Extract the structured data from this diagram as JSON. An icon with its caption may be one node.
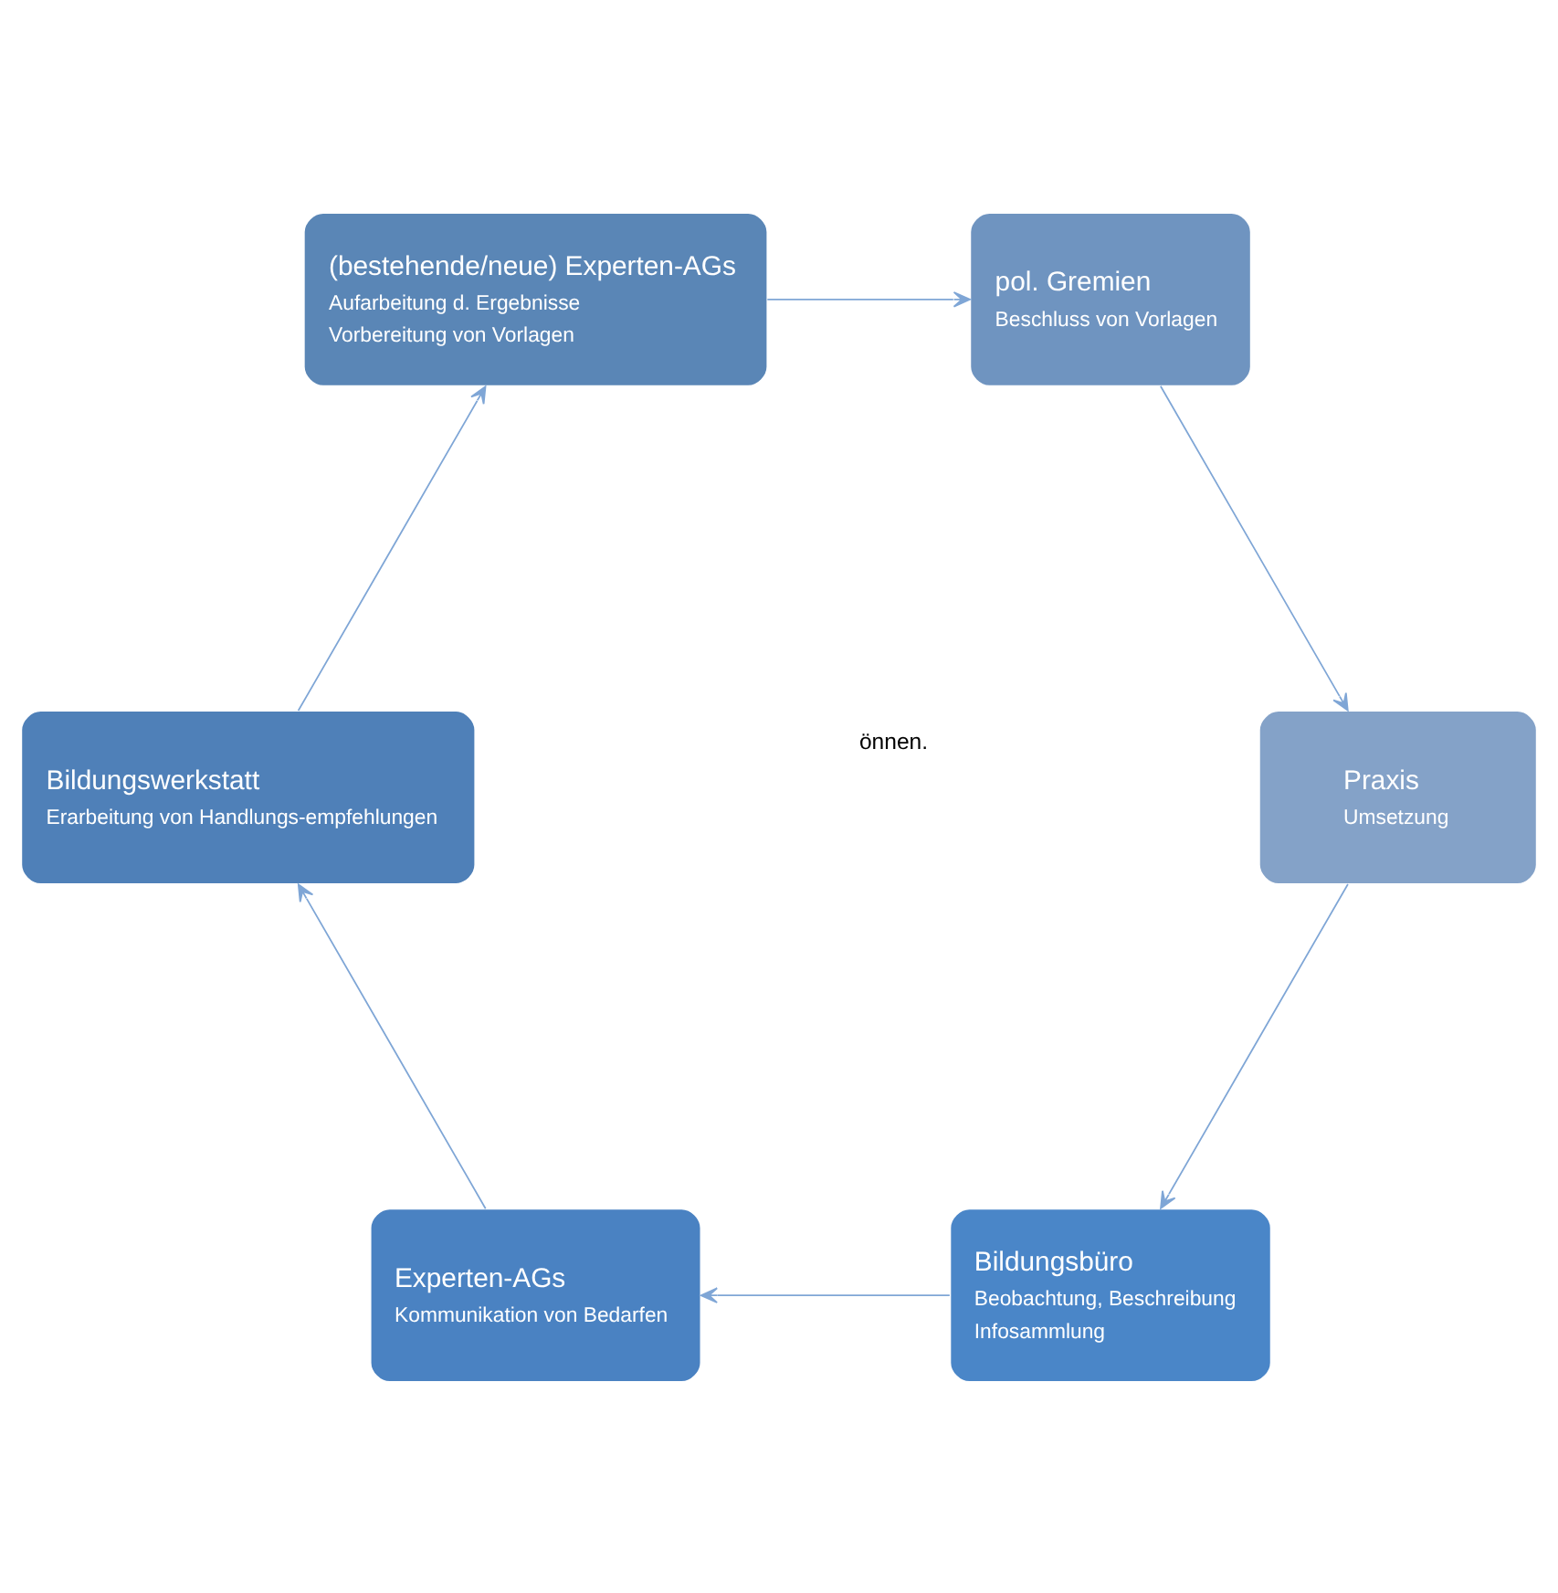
{
  "diagram": {
    "nodes": [
      {
        "text": [
          "Bildungsbüro",
          "Beobachtung, Beschreibung",
          "Infosammlung"
        ]
      },
      {
        "text": [
          "Experten-AGs",
          "Kommunikation von Bedarfen"
        ]
      },
      {
        "text": [
          "Bildungswerkstatt",
          "Erarbeitung von Handlungs-empfehlungen"
        ]
      },
      {
        "text": [
          "(bestehende/neue) Experten-AGs",
          "Aufarbeitung d. Ergebnisse",
          "Vorbereitung von Vorlagen"
        ]
      },
      {
        "text": [
          "pol. Gremien",
          "Beschluss von Vorlagen"
        ]
      },
      {
        "text": [
          "Praxis",
          "Umsetzung"
        ]
      }
    ],
    "edges": [
      {
        "from": 0,
        "to": 1,
        "arrow": "to"
      },
      {
        "from": 1,
        "to": 2,
        "arrow": "to"
      },
      {
        "from": 2,
        "to": 3,
        "arrow": "to"
      },
      {
        "from": 3,
        "to": 4,
        "arrow": "to"
      },
      {
        "from": 4,
        "to": 5,
        "arrow": "to"
      },
      {
        "from": 5,
        "to": 0,
        "arrow": "to"
      }
    ],
    "labels": [
      "önnen."
    ]
  }
}
